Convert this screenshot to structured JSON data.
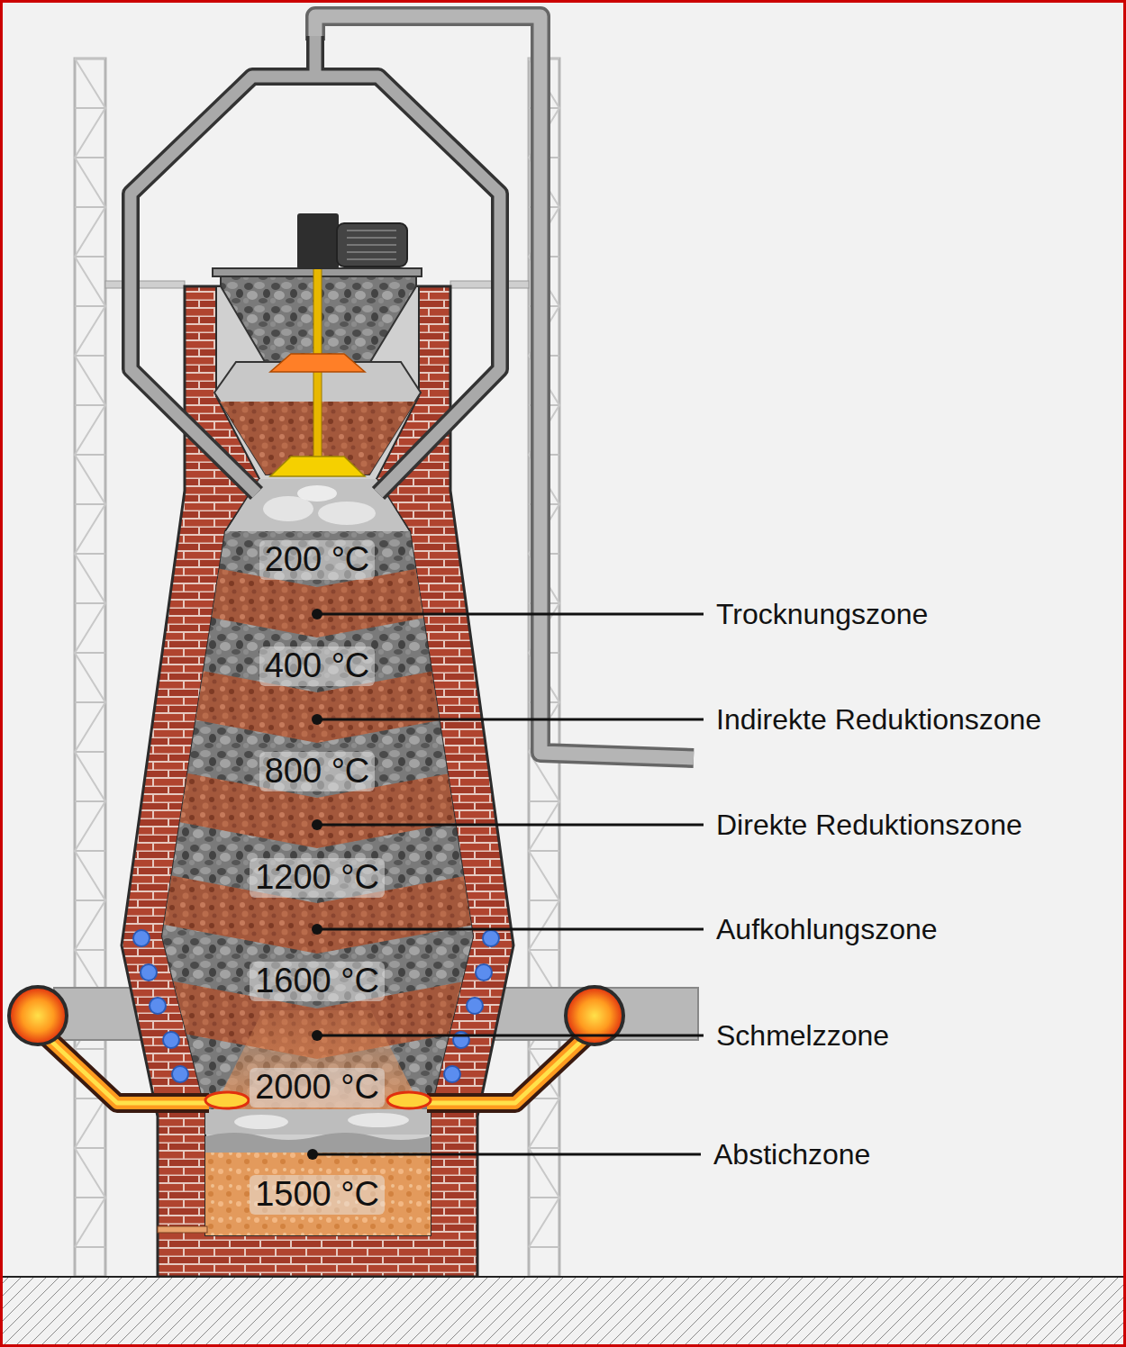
{
  "diagram": {
    "labels": [
      "200 °C",
      "Trocknungszone",
      "400 °C",
      "Indirekte Reduktionszone",
      "800 °C",
      "Direkte Reduktionszone",
      "1200 °C",
      "Aufkohlungszone",
      "1600 °C",
      "Schmelzzone",
      "2000 °C",
      "Abstichzone",
      "1500 °C"
    ]
  }
}
